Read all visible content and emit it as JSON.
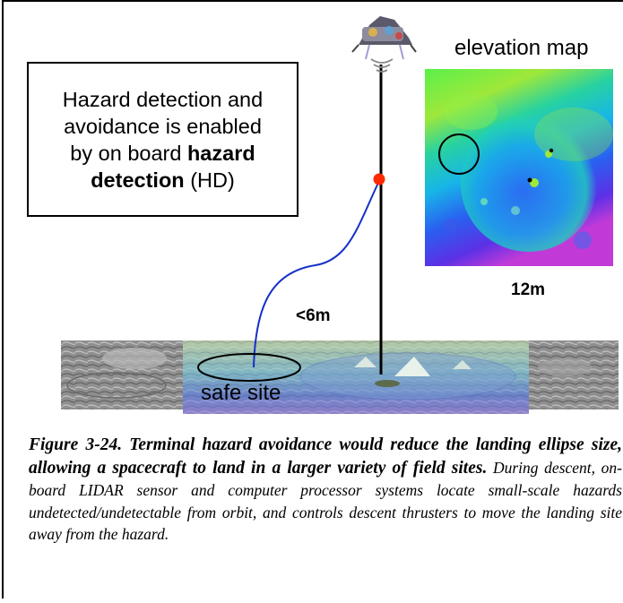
{
  "hd_box": {
    "line1": "Hazard detection and",
    "line2": "avoidance is enabled",
    "line3_pre": "by on board ",
    "line3_bold": "hazard",
    "line4_bold": "detection",
    "line4_post": " (HD)"
  },
  "elevation": {
    "title": "elevation map",
    "scale": "12m"
  },
  "descent": {
    "scale": "<6m",
    "safe_site": "safe site"
  },
  "caption": {
    "bold": "Figure 3-24. Terminal hazard avoidance would reduce the landing ellipse size, allowing a spacecraft to land in a larger variety of field sites.",
    "text": " During descent, on-board LIDAR sensor and computer processor systems locate small-scale hazards undetected/undetectable from orbit, and controls descent thrusters to move the landing site away from the hazard."
  },
  "colors": {
    "trajectory": "#1530c8",
    "divert_point": "#ff2a00"
  }
}
